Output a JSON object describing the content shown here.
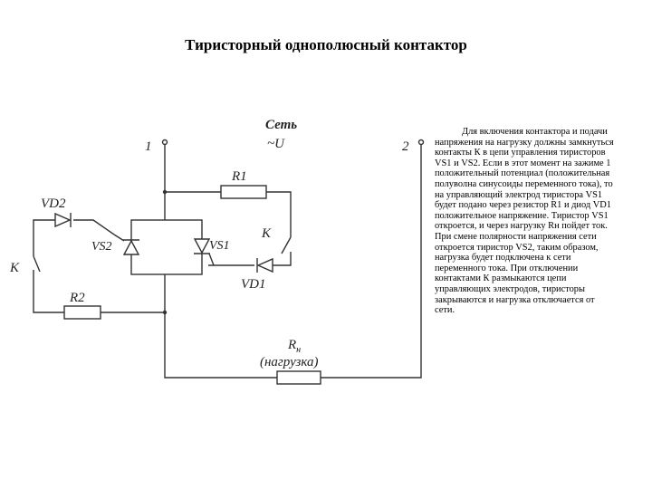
{
  "slide": {
    "title": "Тиристорный однополюсный контактор"
  },
  "schematic": {
    "network_label": "Сеть",
    "voltage_label": "~U",
    "terminal_1": "1",
    "terminal_2": "2",
    "r1_label": "R1",
    "vd2_label": "VD2",
    "vs2_label": "VS2",
    "vs1_label": "VS1",
    "k_right_label": "K",
    "k_left_label": "K",
    "vd1_label": "VD1",
    "r2_label": "R2",
    "rn_label": "R",
    "rn_subscript": "н",
    "load_label": "(нагрузка)"
  },
  "description": {
    "text": "Для включения контактора и подачи напряжения на нагрузку должны замкнуться контакты К в цепи управления тиристоров VS1 и VS2. Если в этот момент на зажиме 1 положительный потенциал (положительная полуволна синусоиды переменного тока), то на управляющий электрод тиристора VS1 будет подано через резистор R1 и диод VD1 положительное напряжение. Тиристор VS1 откроется, и через нагрузку Rн пойдет ток. При смене полярности напряжения сети откроется тиристор VS2, таким образом, нагрузка будет подключена к сети переменного тока. При отключении контактами К размыкаются цепи управляющих электродов, тиристоры закрываются и нагрузка отключается от сети."
  }
}
